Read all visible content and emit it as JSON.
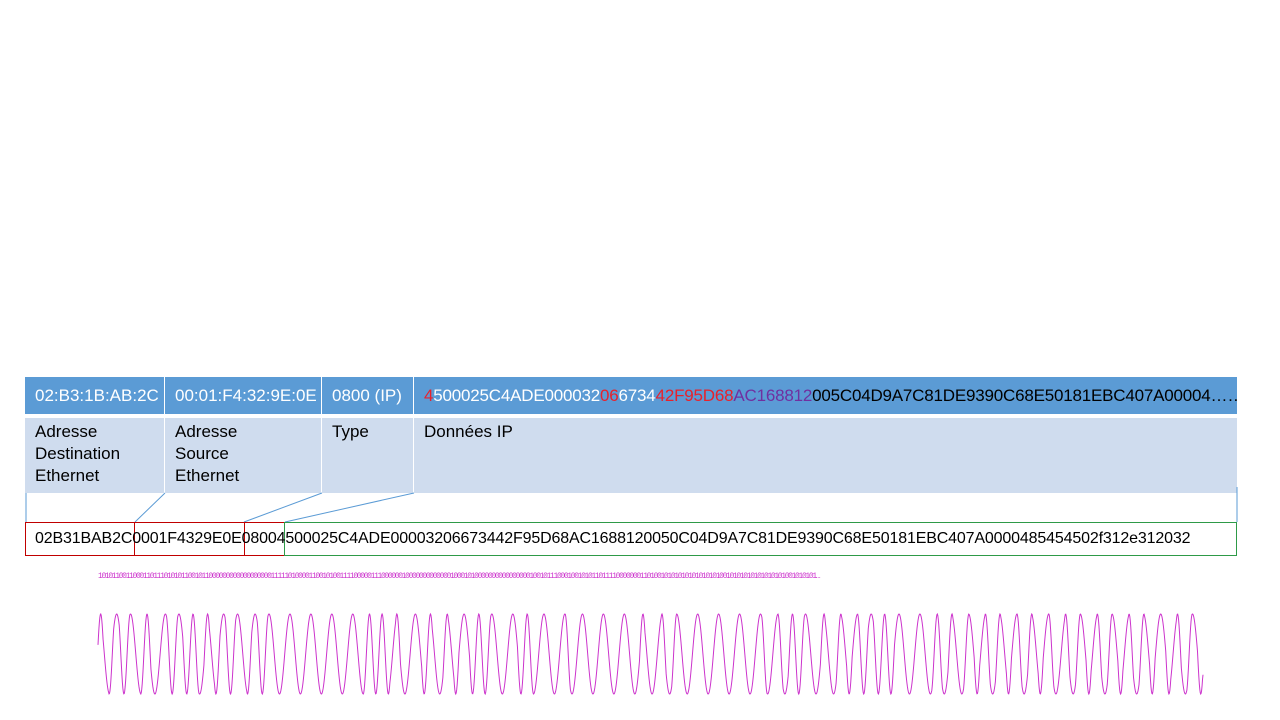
{
  "frame": {
    "headers": {
      "dst": "02:B3:1B:AB:2C",
      "src": "00:01:F4:32:9E:0E",
      "type": "0800 (IP)",
      "data_segments": [
        "4",
        "500025C4ADE000032",
        "06",
        "6734",
        "42F95D68",
        "AC168812",
        "005C04D9A7C81DE9390C68E50181EBC407A00004……"
      ]
    },
    "labels": {
      "dst": [
        "Adresse",
        "Destination",
        "Ethernet"
      ],
      "src": [
        "Adresse",
        "Source",
        "Ethernet"
      ],
      "type": "Type",
      "data": "Données IP"
    }
  },
  "serialized": "02B31BAB2C0001F4329E0E08004500025C4ADE00003206673442F95D68AC1688120050C04D9A7C81DE9390C68E50181EBC407A0000485454502f312e312032",
  "bits": "1010110011000110111010101100101100000000000000000011111010000110010100111100000111000000100000000000001000101000000000000000010010111000100101011011110000000110100101010101010101010010101010101010101001010101…",
  "colors": {
    "header_bg": "#5b9bd5",
    "label_bg": "#cfdcee",
    "highlight_red": "#e8212b",
    "highlight_purple": "#7030a0",
    "box_red": "#c00000",
    "box_green": "#2e9a48",
    "signal": "#cc33cc"
  }
}
